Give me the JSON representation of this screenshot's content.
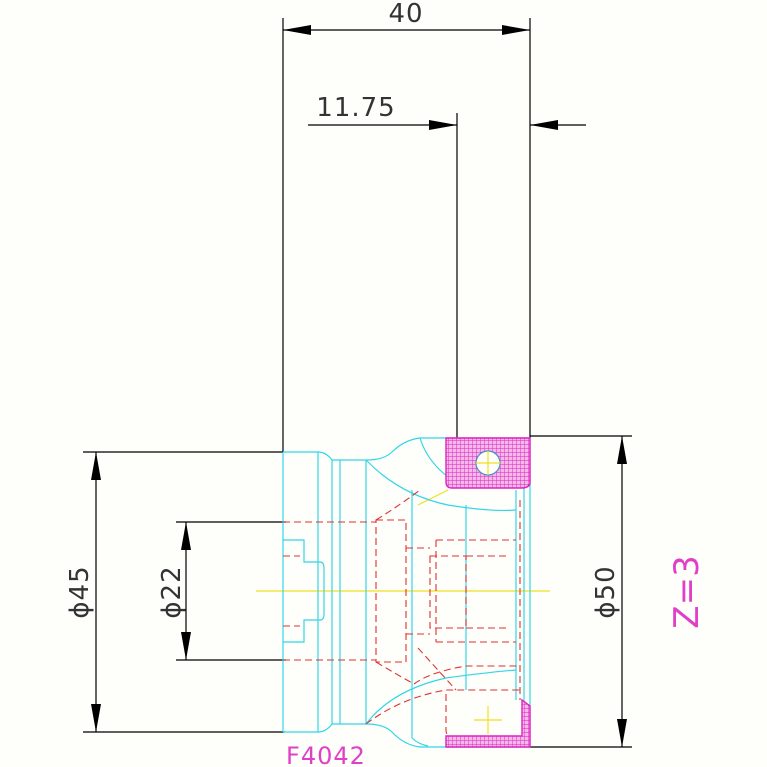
{
  "dimensions": {
    "width_top": "40",
    "offset_top": "11.75",
    "diameter_left_outer": "ϕ45",
    "diameter_left_inner": "ϕ22",
    "diameter_right": "ϕ50"
  },
  "labels": {
    "part_code": "F4042",
    "insert_count": "Z=3"
  },
  "colors": {
    "dimension": "#000000",
    "outline": "#33d6e6",
    "hidden": "#e03030",
    "centerline": "#f0e020",
    "insert": "#e020c0",
    "pink_text": "#e040c8",
    "background": "#fefefb"
  }
}
